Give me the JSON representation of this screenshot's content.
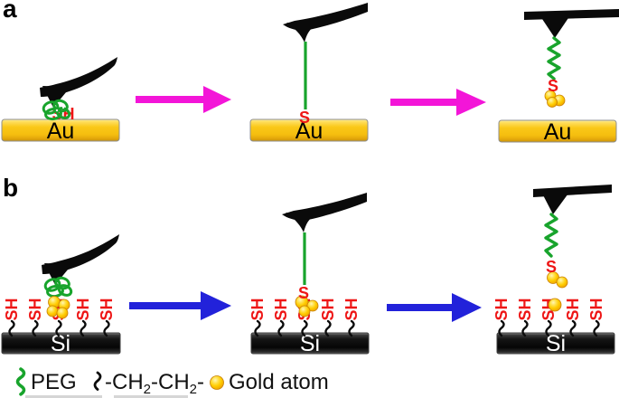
{
  "panels": {
    "a": {
      "label": "a",
      "substrate_label": "Au"
    },
    "b": {
      "label": "b",
      "substrate_label": "Si"
    }
  },
  "chem_labels": {
    "thiol": "SH",
    "sulfur": "S"
  },
  "legend": {
    "peg_label": "PEG",
    "ethylene_parts": {
      "p1": "-CH",
      "s1": "2",
      "p2": "-CH",
      "s2": "2",
      "p3": "-"
    },
    "gold_label": "Gold atom"
  },
  "colors": {
    "peg_green": "#18A42C",
    "sulfur_red": "#EE1616",
    "arrow_magenta": "#F315D8",
    "arrow_blue": "#2222DA",
    "gold_atom": "#FFD21A",
    "gold_substrate": "#F8C516",
    "silicon_substrate": "#0B0B0B",
    "cantilever": "#0A0A0A"
  }
}
